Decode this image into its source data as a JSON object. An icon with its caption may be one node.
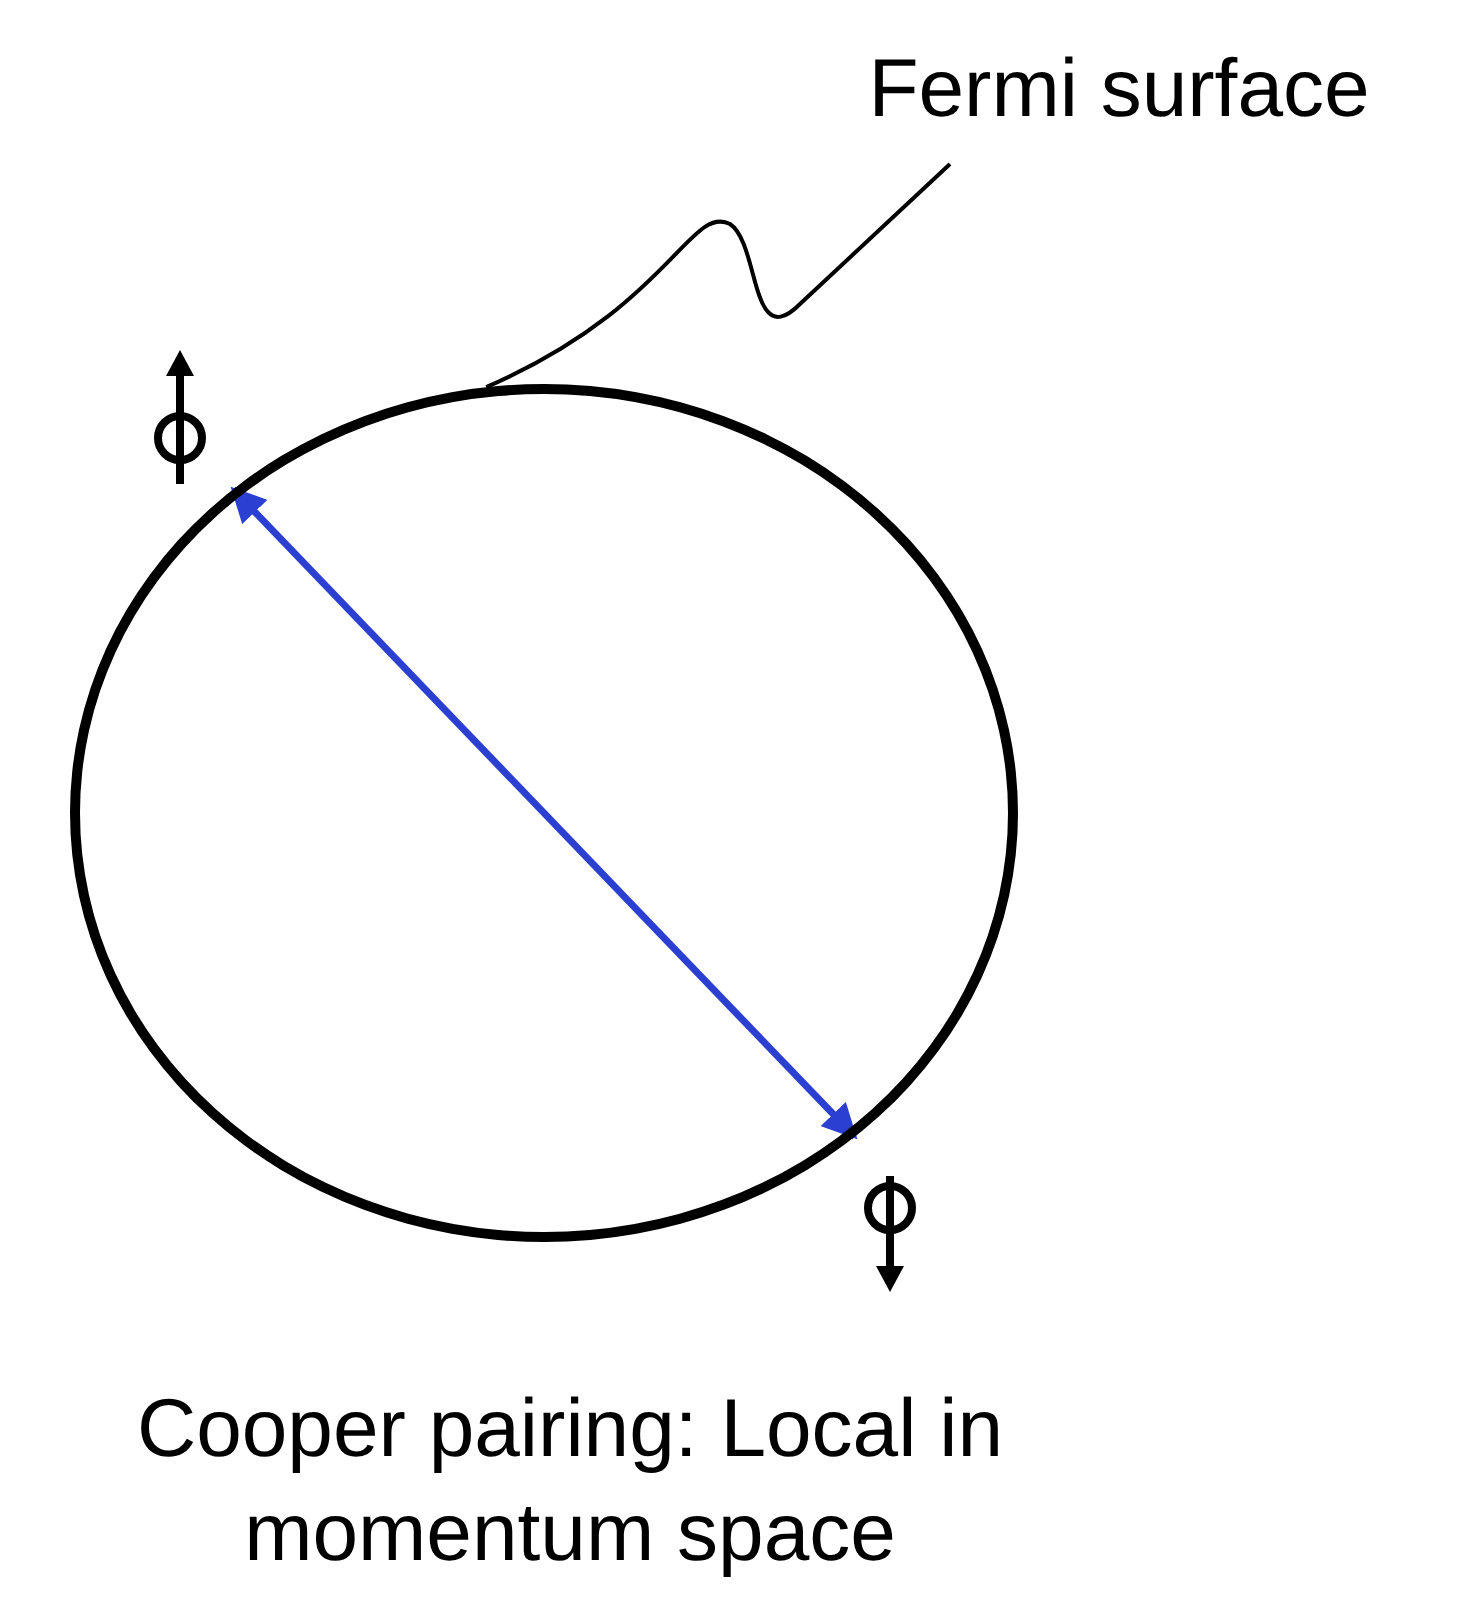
{
  "diagram": {
    "caption": "Cooper pairing: Local in momentum space",
    "nodes": [
      {
        "text": [
          "Fermi surface"
        ]
      },
      {
        "text": [],
        "shape": "circle"
      }
    ],
    "edges": [
      {
        "from": 0,
        "to": 1,
        "arrow": "none"
      },
      {
        "from": 1,
        "to": 1,
        "arrow": "both",
        "color": "#2b3fd1"
      }
    ]
  }
}
